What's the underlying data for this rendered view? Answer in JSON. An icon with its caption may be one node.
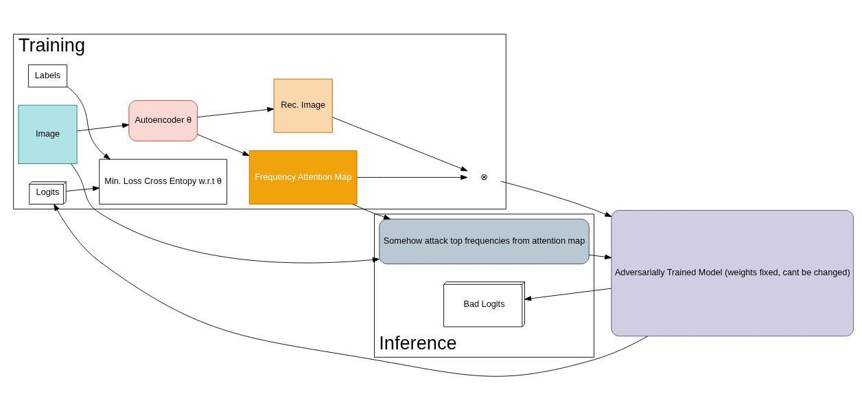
{
  "diagram": {
    "nodes": [
      {
        "text": [
          "Training"
        ]
      },
      {
        "text": [
          "Image"
        ],
        "in": 0
      },
      {
        "text": [
          "Autoencoder θ"
        ],
        "in": 0
      },
      {
        "text": [
          "Rec. Image"
        ],
        "in": 0
      },
      {
        "text": [
          "Frequency Attention Map"
        ],
        "in": 0
      },
      {
        "text": [
          "⊗"
        ],
        "in": 0
      },
      {
        "text": [
          "Adversarially Trained Model (weights fixed, cant be changed)"
        ]
      },
      {
        "text": [
          "Logits"
        ],
        "in": 0
      },
      {
        "text": [
          "Labels"
        ],
        "in": 0
      },
      {
        "text": [
          "Min. Loss Cross Entopy w.r.t θ"
        ],
        "in": 0
      },
      {
        "text": [
          "Inference"
        ]
      },
      {
        "text": [
          "Somehow attack top frequencies from attention map"
        ],
        "in": 10
      },
      {
        "text": [
          "Bad Logits"
        ],
        "in": 10
      }
    ],
    "edges": [
      {
        "from": 1,
        "to": 2,
        "arrow": "to"
      },
      {
        "from": 2,
        "to": 3,
        "arrow": "to"
      },
      {
        "from": 2,
        "to": 4,
        "arrow": "to"
      },
      {
        "from": 3,
        "to": 5,
        "arrow": "to"
      },
      {
        "from": 4,
        "to": 5,
        "arrow": "to"
      },
      {
        "from": 5,
        "to": 6,
        "arrow": "to"
      },
      {
        "from": 6,
        "to": 7,
        "arrow": "to"
      },
      {
        "from": 7,
        "to": 9,
        "arrow": "to"
      },
      {
        "from": 8,
        "to": 9,
        "arrow": "to"
      },
      {
        "from": 4,
        "to": 11,
        "arrow": "to"
      },
      {
        "from": 1,
        "to": 11,
        "arrow": "to"
      },
      {
        "from": 11,
        "to": 6,
        "arrow": "to"
      },
      {
        "from": 6,
        "to": 12,
        "arrow": "to"
      }
    ]
  }
}
